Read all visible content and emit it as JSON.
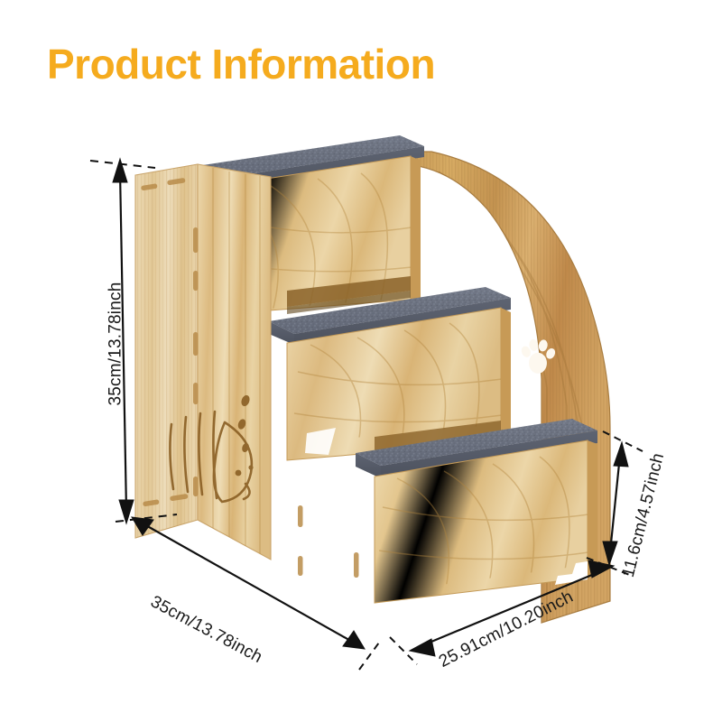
{
  "page": {
    "title": "Product Information",
    "background_color": "#ffffff",
    "title_color": "#f5ab1e"
  },
  "product": {
    "name": "wooden-pet-stairs",
    "description": "Three-step wooden pet stairs with gray carpet treads",
    "wood_color_light": "#e7cf9f",
    "wood_color_mid": "#d9ba80",
    "wood_color_dark": "#b98c4a",
    "carpet_color": "#6f7684",
    "carpet_color_dark": "#5a6070",
    "decorations": {
      "paw_print_count": 2,
      "fish_engraving": "fish-engraving"
    },
    "step_count": 3
  },
  "dimensions": {
    "height": {
      "label": "35cm/13.78inch",
      "cm": 35,
      "inch": 13.78,
      "axis": "height"
    },
    "depth": {
      "label": "35cm/13.78inch",
      "cm": 35,
      "inch": 13.78,
      "axis": "depth"
    },
    "width": {
      "label": "25.91cm/10.20inch",
      "cm": 25.91,
      "inch": 10.2,
      "axis": "width"
    },
    "step_height": {
      "label": "11.6cm/4.57inch",
      "cm": 11.6,
      "inch": 4.57,
      "axis": "step-rise"
    }
  }
}
